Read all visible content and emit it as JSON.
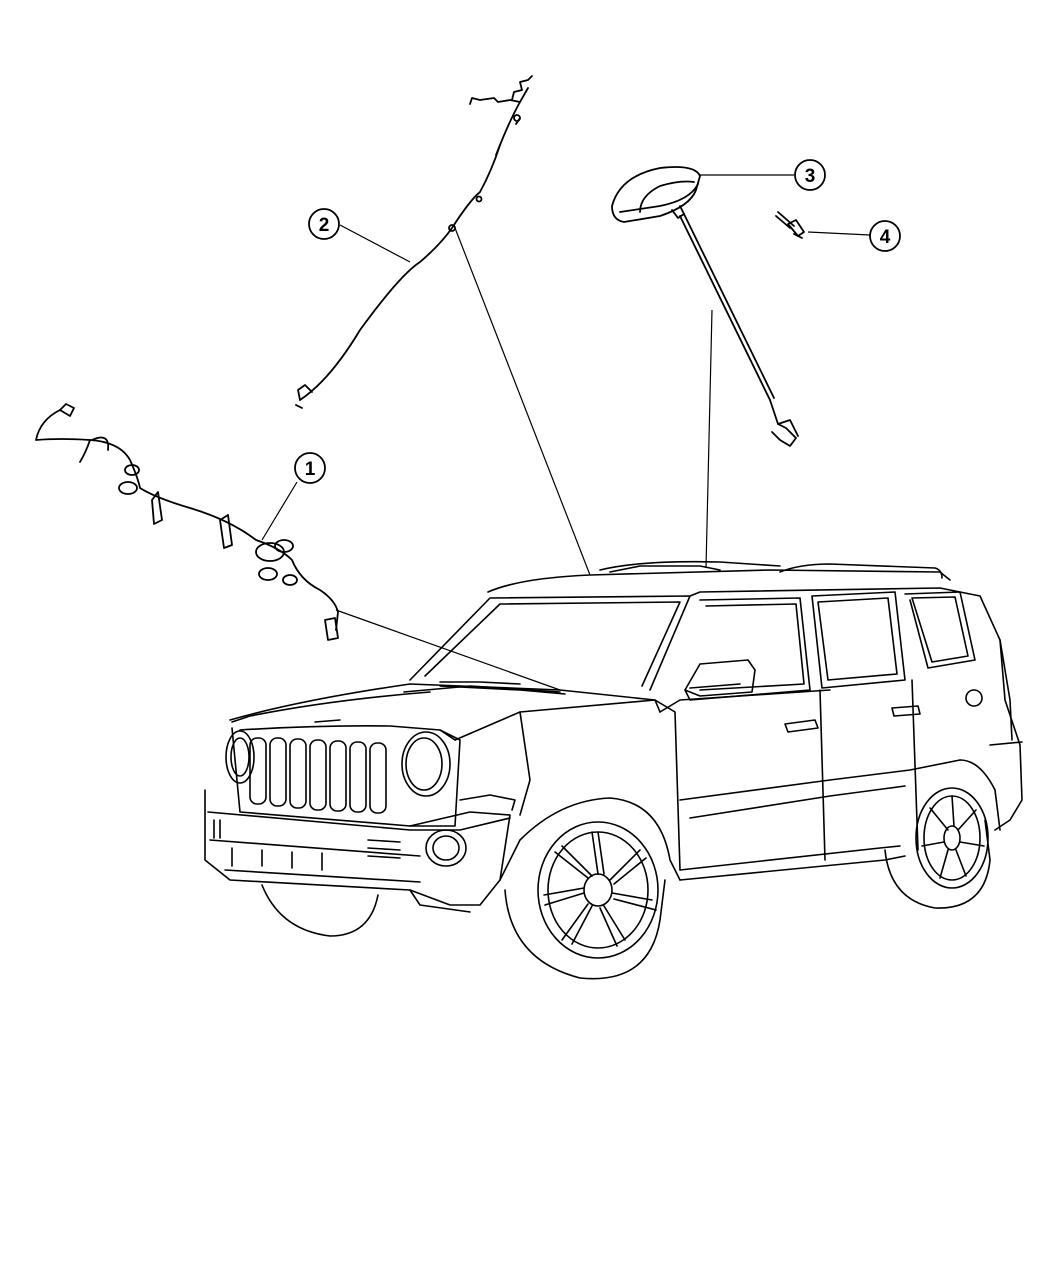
{
  "callouts": [
    {
      "label": "1"
    },
    {
      "label": "2"
    },
    {
      "label": "3"
    },
    {
      "label": "4"
    }
  ],
  "colors": {
    "line": "#000000",
    "background": "#ffffff"
  },
  "icons": [
    "wiring-harness-1",
    "wiring-harness-2",
    "antenna-module",
    "screw-fastener",
    "vehicle-suv"
  ]
}
